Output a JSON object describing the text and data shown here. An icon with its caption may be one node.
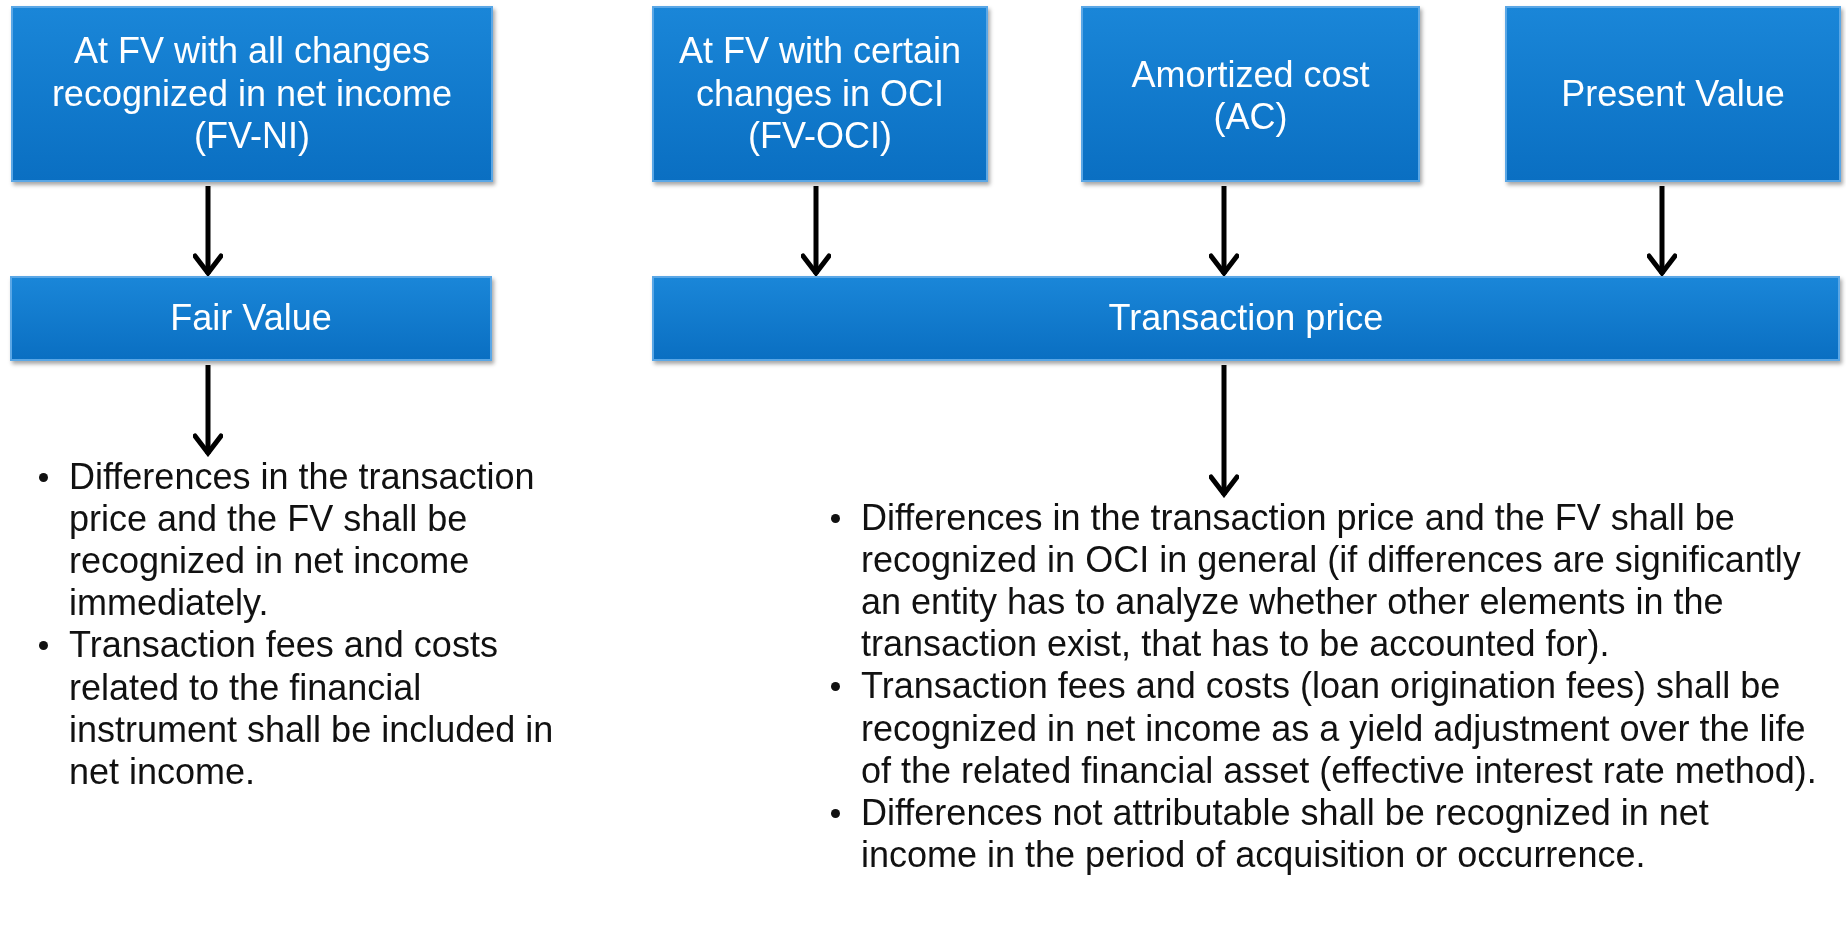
{
  "diagram": {
    "nodes": [
      {
        "text": [
          "At FV with all changes recognized in net income (FV-NI)"
        ]
      },
      {
        "text": [
          "At FV with certain changes in OCI (FV-OCI)"
        ]
      },
      {
        "text": [
          "Amortized cost (AC)"
        ]
      },
      {
        "text": [
          "Present Value"
        ]
      },
      {
        "text": [
          "Fair Value"
        ]
      },
      {
        "text": [
          "Transaction price"
        ]
      },
      {
        "text": [
          "Differences in the transaction price and the FV shall be recognized in net income immediately.",
          "Transaction fees and costs related to the financial instrument shall be included in net income."
        ]
      },
      {
        "text": [
          "Differences in the transaction price and  the FV shall be recognized in OCI in general (if differences are significantly an entity has to analyze whether other elements in the transaction exist, that has to be accounted for).",
          "Transaction fees and costs (loan origination fees) shall be recognized in net income as a yield adjustment over the life of the related financial asset (effective interest rate method).",
          "Differences not attributable shall be recognized in net income in the period of acquisition or occurrence."
        ]
      }
    ],
    "edges": [
      {
        "from": 0,
        "to": 4,
        "arrow": "to"
      },
      {
        "from": 1,
        "to": 5,
        "arrow": "to"
      },
      {
        "from": 2,
        "to": 5,
        "arrow": "to"
      },
      {
        "from": 3,
        "to": 5,
        "arrow": "to"
      },
      {
        "from": 4,
        "to": 6,
        "arrow": "to"
      },
      {
        "from": 5,
        "to": 7,
        "arrow": "to"
      }
    ]
  }
}
